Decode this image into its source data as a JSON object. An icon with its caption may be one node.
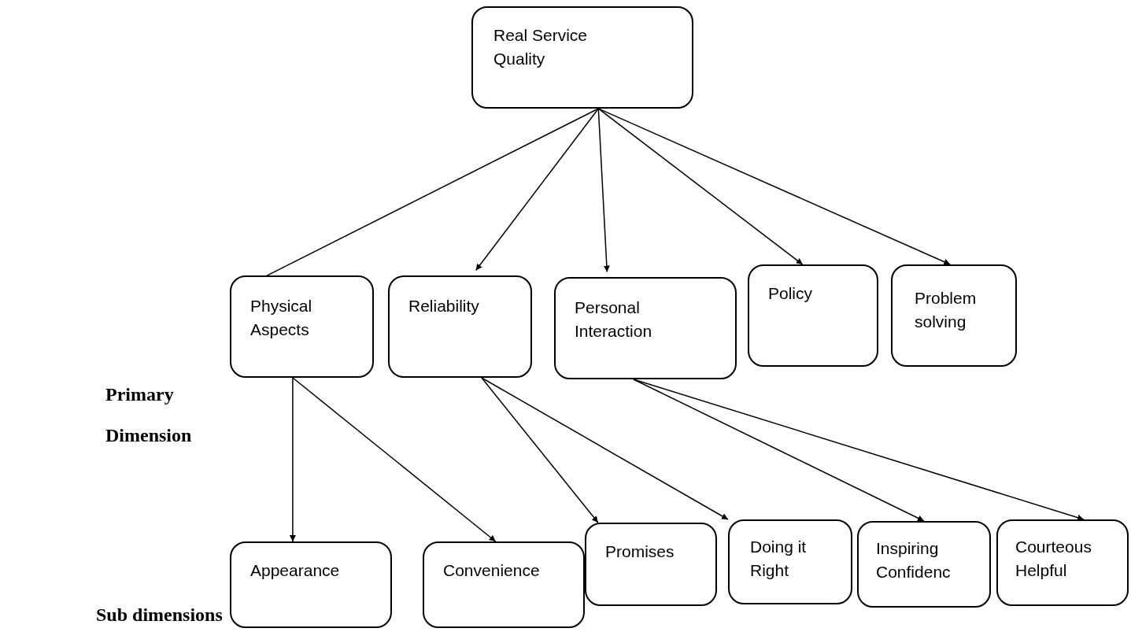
{
  "diagram": {
    "nodes": [
      {
        "text": [
          "Real Service Quality"
        ]
      },
      {
        "text": [
          "Physical Aspects"
        ]
      },
      {
        "text": [
          "Reliability"
        ]
      },
      {
        "text": [
          "Personal Interaction"
        ]
      },
      {
        "text": [
          "Policy"
        ]
      },
      {
        "text": [
          "Problem solving"
        ]
      },
      {
        "text": [
          "Appearance"
        ]
      },
      {
        "text": [
          "Convenience"
        ]
      },
      {
        "text": [
          "Promises"
        ]
      },
      {
        "text": [
          "Doing it Right"
        ]
      },
      {
        "text": [
          "Inspiring Confidenc"
        ]
      },
      {
        "text": [
          "Courteous Helpful"
        ]
      }
    ],
    "edges": [
      {
        "from": 0,
        "to": 1,
        "arrow": "to"
      },
      {
        "from": 0,
        "to": 2,
        "arrow": "to"
      },
      {
        "from": 0,
        "to": 3,
        "arrow": "to"
      },
      {
        "from": 0,
        "to": 4,
        "arrow": "to"
      },
      {
        "from": 0,
        "to": 5,
        "arrow": "to"
      },
      {
        "from": 1,
        "to": 6,
        "arrow": "to"
      },
      {
        "from": 1,
        "to": 7,
        "arrow": "to"
      },
      {
        "from": 2,
        "to": 8,
        "arrow": "to"
      },
      {
        "from": 2,
        "to": 9,
        "arrow": "to"
      },
      {
        "from": 3,
        "to": 10,
        "arrow": "to"
      },
      {
        "from": 3,
        "to": 11,
        "arrow": "to"
      }
    ],
    "labels": [
      "Primary",
      "Dimension",
      "Sub dimensions"
    ]
  }
}
